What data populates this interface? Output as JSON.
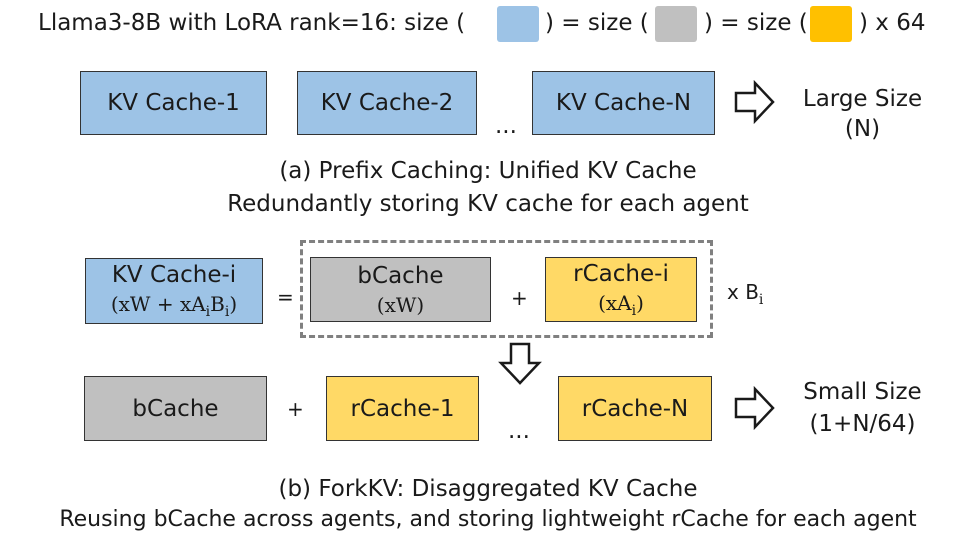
{
  "legend": {
    "prefix": "Llama3-8B with LoRA rank=16: size (",
    "eq1": ") = size (",
    "eq2": ") = size (",
    "suffix": ") x 64",
    "colors": {
      "blue": "#9dc3e6",
      "gray": "#c0c0c0",
      "yellow": "#ffc000"
    }
  },
  "part_a": {
    "boxes": [
      "KV Cache-1",
      "KV Cache-2",
      "KV Cache-N"
    ],
    "ellipsis": "...",
    "result_line1": "Large Size",
    "result_line2": "(N)",
    "caption_line1": "(a) Prefix Caching: Unified KV Cache",
    "caption_line2": "Redundantly storing KV cache for each agent"
  },
  "part_b": {
    "kv_i_label": "KV Cache-i",
    "kv_i_formula": "(xW + xA",
    "kv_i_sub1": "i",
    "kv_i_b": "B",
    "kv_i_sub2": "i",
    "kv_i_close": ")",
    "equals": "=",
    "bcache_label": "bCache",
    "bcache_formula": "(xW)",
    "plus": "+",
    "rcache_i_label": "rCache-i",
    "rcache_i_formula": "(xA",
    "rcache_i_sub": "i",
    "rcache_i_close": ")",
    "times_b": "x B",
    "times_b_sub": "i",
    "bottom_boxes": [
      "bCache",
      "rCache-1",
      "rCache-N"
    ],
    "ellipsis": "...",
    "result_line1": "Small Size",
    "result_line2": "(1+N/64)",
    "caption_line1": "(b) ForkKV: Disaggregated KV Cache",
    "caption_line2": "Reusing bCache across agents, and storing lightweight rCache for each agent"
  }
}
